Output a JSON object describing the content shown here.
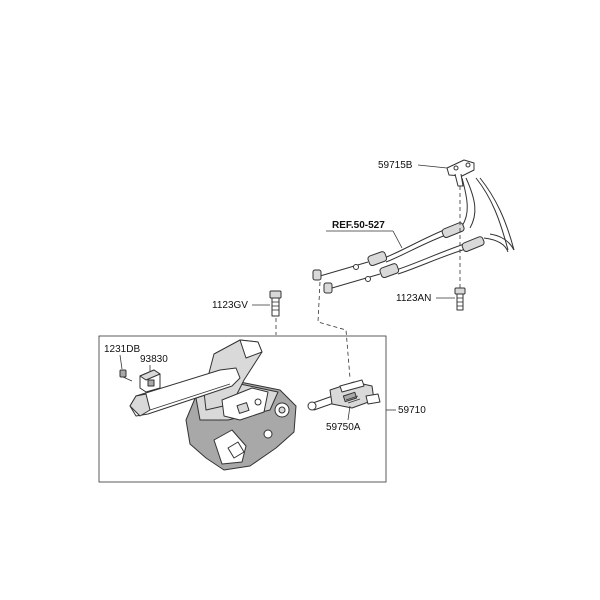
{
  "diagram": {
    "labels": {
      "bracket_top": "59715B",
      "reference": "REF.50-527",
      "bolt_right": "1123AN",
      "bolt_left": "1123GV",
      "bolt_small": "1231DB",
      "switch": "93830",
      "lever_assembly": "59710",
      "equalizer": "59750A"
    },
    "colors": {
      "line": "#333333",
      "shade": "#d9d9d9",
      "dark": "#a8a8a8",
      "background": "#ffffff"
    }
  }
}
